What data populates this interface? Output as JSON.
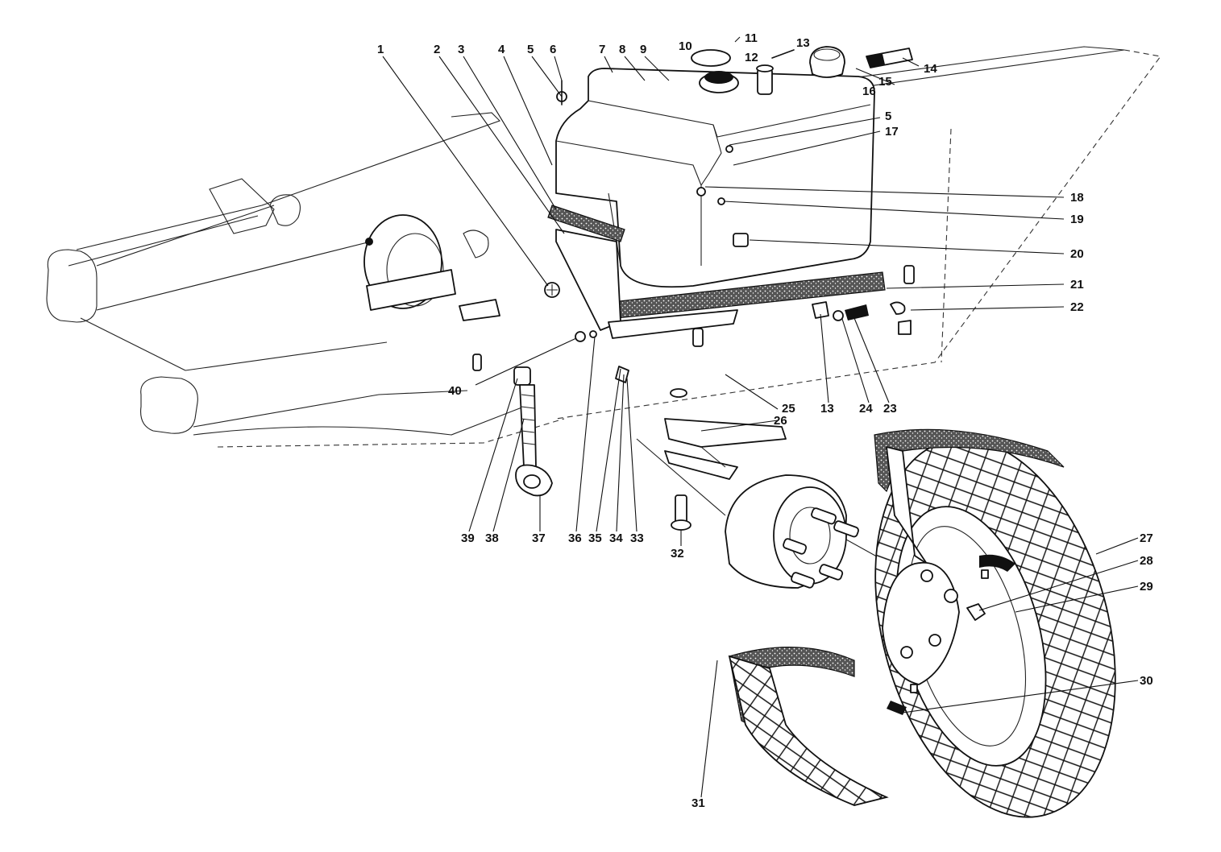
{
  "diagram": {
    "callouts": [
      "1",
      "2",
      "3",
      "4",
      "5",
      "6",
      "7",
      "8",
      "9",
      "10",
      "11",
      "12",
      "13",
      "14",
      "15",
      "16",
      "5",
      "17",
      "18",
      "19",
      "20",
      "21",
      "22",
      "13",
      "24",
      "23",
      "25",
      "26",
      "27",
      "28",
      "29",
      "30",
      "31",
      "32",
      "33",
      "34",
      "35",
      "36",
      "37",
      "38",
      "39",
      "40"
    ]
  }
}
